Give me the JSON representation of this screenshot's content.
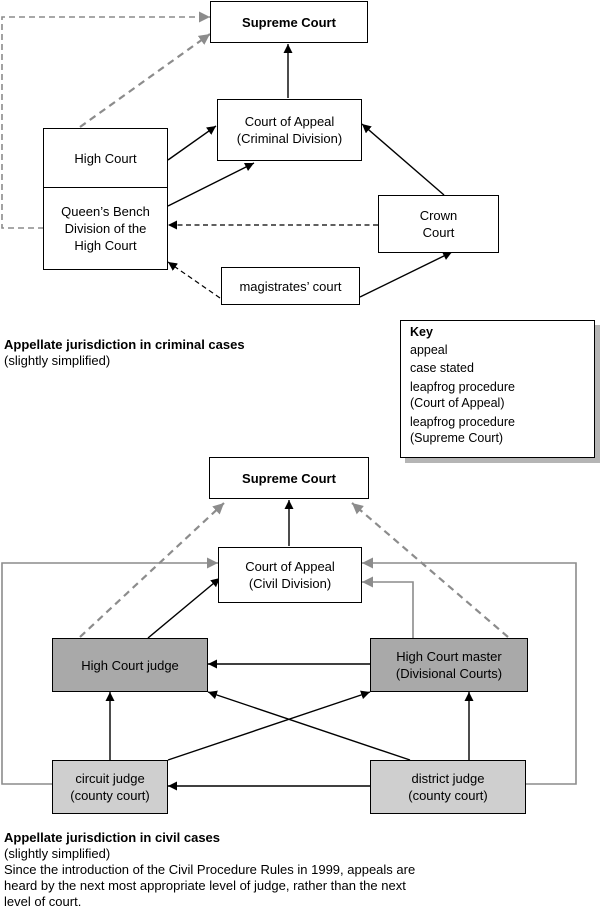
{
  "criminal": {
    "supreme_court": "Supreme Court",
    "court_of_appeal": [
      "Court of Appeal",
      "(Criminal Division)"
    ],
    "high_court": "High Court",
    "queens_bench": [
      "Queen’s Bench",
      "Division of the",
      "High Court"
    ],
    "crown_court": [
      "Crown",
      "Court"
    ],
    "magistrates_court": "magistrates’ court",
    "caption_title": "Appellate jurisdiction in criminal cases",
    "caption_sub": "(slightly simplified)"
  },
  "key": {
    "title": "Key",
    "appeal": "appeal",
    "case_stated": "case stated",
    "leapfrog_ca": [
      "leapfrog procedure",
      "(Court of Appeal)"
    ],
    "leapfrog_sc": [
      "leapfrog procedure",
      "(Supreme Court)"
    ]
  },
  "civil": {
    "supreme_court": "Supreme Court",
    "court_of_appeal": [
      "Court of Appeal",
      "(Civil Division)"
    ],
    "high_court_judge": "High Court judge",
    "high_court_master": [
      "High Court master",
      "(Divisional Courts)"
    ],
    "circuit_judge": [
      "circuit judge",
      "(county court)"
    ],
    "district_judge": [
      "district judge",
      "(county court)"
    ],
    "caption_title": "Appellate jurisdiction in civil cases",
    "caption_sub": "(slightly simplified)",
    "caption_note": [
      "Since the introduction of the Civil Procedure Rules in 1999, appeals are",
      "heard by the next most appropriate level of judge, rather than the next",
      "level of court."
    ]
  },
  "colors": {
    "appeal": "#000000",
    "leapfrog": "#8c8c8c",
    "dark_box": "#a9a9a9",
    "light_box": "#cfcfcf"
  }
}
